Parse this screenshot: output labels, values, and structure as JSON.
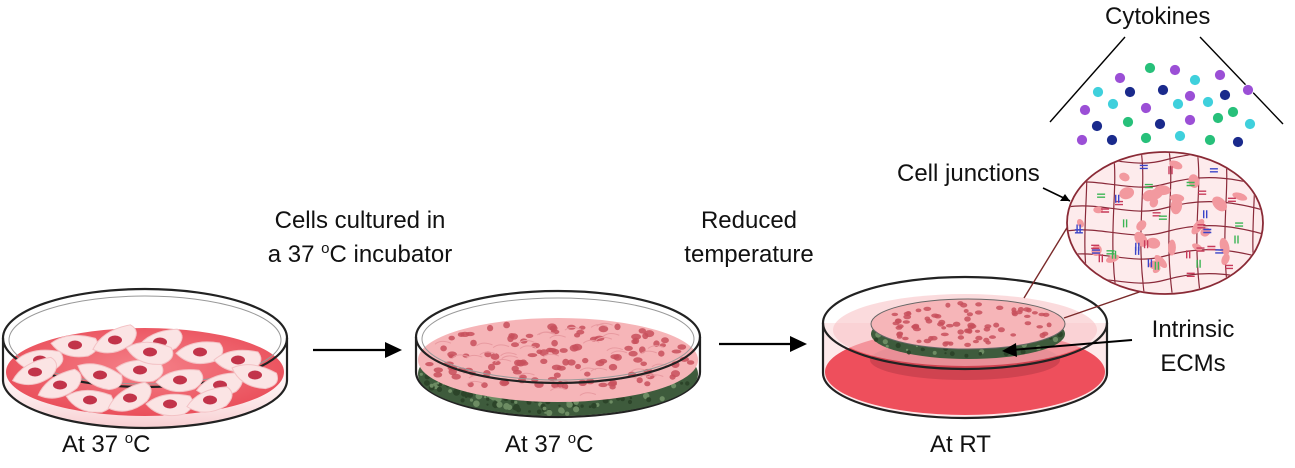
{
  "labels": {
    "dish1_caption": {
      "pre": "At 37 ",
      "sup": "o",
      "post": "C"
    },
    "dish2_caption": {
      "pre": "At 37 ",
      "sup": "o",
      "post": "C"
    },
    "dish3_caption": "At RT",
    "step1_line1": "Cells cultured in",
    "step1_line2": {
      "pre": "a 37 ",
      "sup": "o",
      "post": "C incubator"
    },
    "step2_line1": "Reduced",
    "step2_line2": "temperature",
    "cytokines": "Cytokines",
    "cell_junctions": "Cell junctions",
    "intrinsic_ecms_line1": "Intrinsic",
    "intrinsic_ecms_line2": "ECMs"
  },
  "colors": {
    "medium": "#ef5a64",
    "medium_light": "#f6a6ab",
    "cell_fill": "#fbe4e4",
    "nucleus": "#c2344a",
    "sheet": "#f7b9bb",
    "ecm": "#3b5a3a",
    "cytokine_purple": "#9b4fd6",
    "cytokine_cyan": "#3fd0dc",
    "cytokine_navy": "#1a2a8c",
    "cytokine_green": "#27c07a"
  }
}
